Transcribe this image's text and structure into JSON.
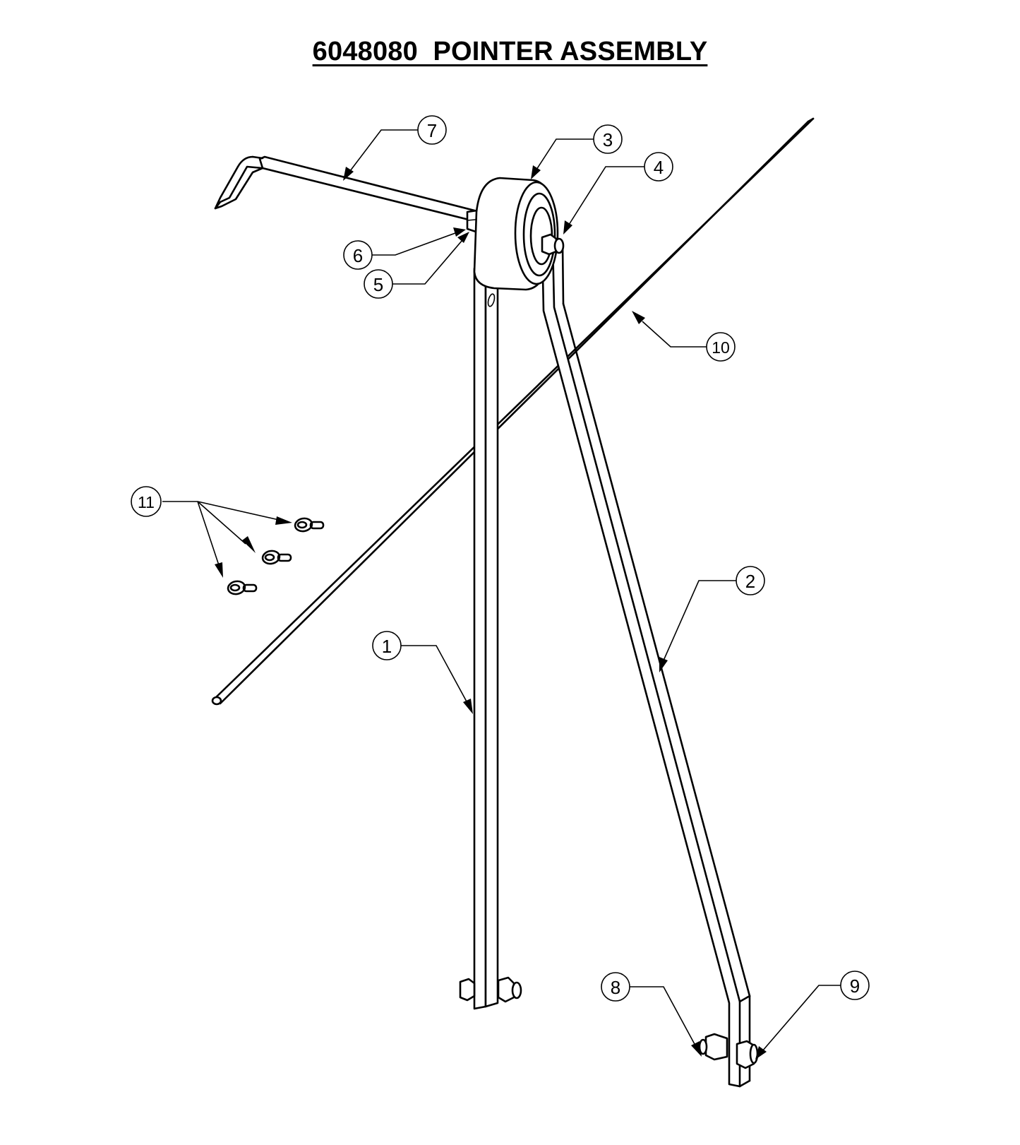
{
  "title": "6048080  POINTER ASSEMBLY",
  "callouts": [
    {
      "label": "1",
      "part": "vertical-bar"
    },
    {
      "label": "2",
      "part": "angled-bar"
    },
    {
      "label": "3",
      "part": "bearing"
    },
    {
      "label": "4",
      "part": "nut-bearing-right"
    },
    {
      "label": "5",
      "part": "washer"
    },
    {
      "label": "6",
      "part": "nut-pointer"
    },
    {
      "label": "7",
      "part": "pointer-rod"
    },
    {
      "label": "8",
      "part": "nut-bottom-right"
    },
    {
      "label": "9",
      "part": "bolt-bottom-right"
    },
    {
      "label": "10",
      "part": "long-rod"
    },
    {
      "label": "11",
      "part": "hairpin-clips"
    }
  ]
}
